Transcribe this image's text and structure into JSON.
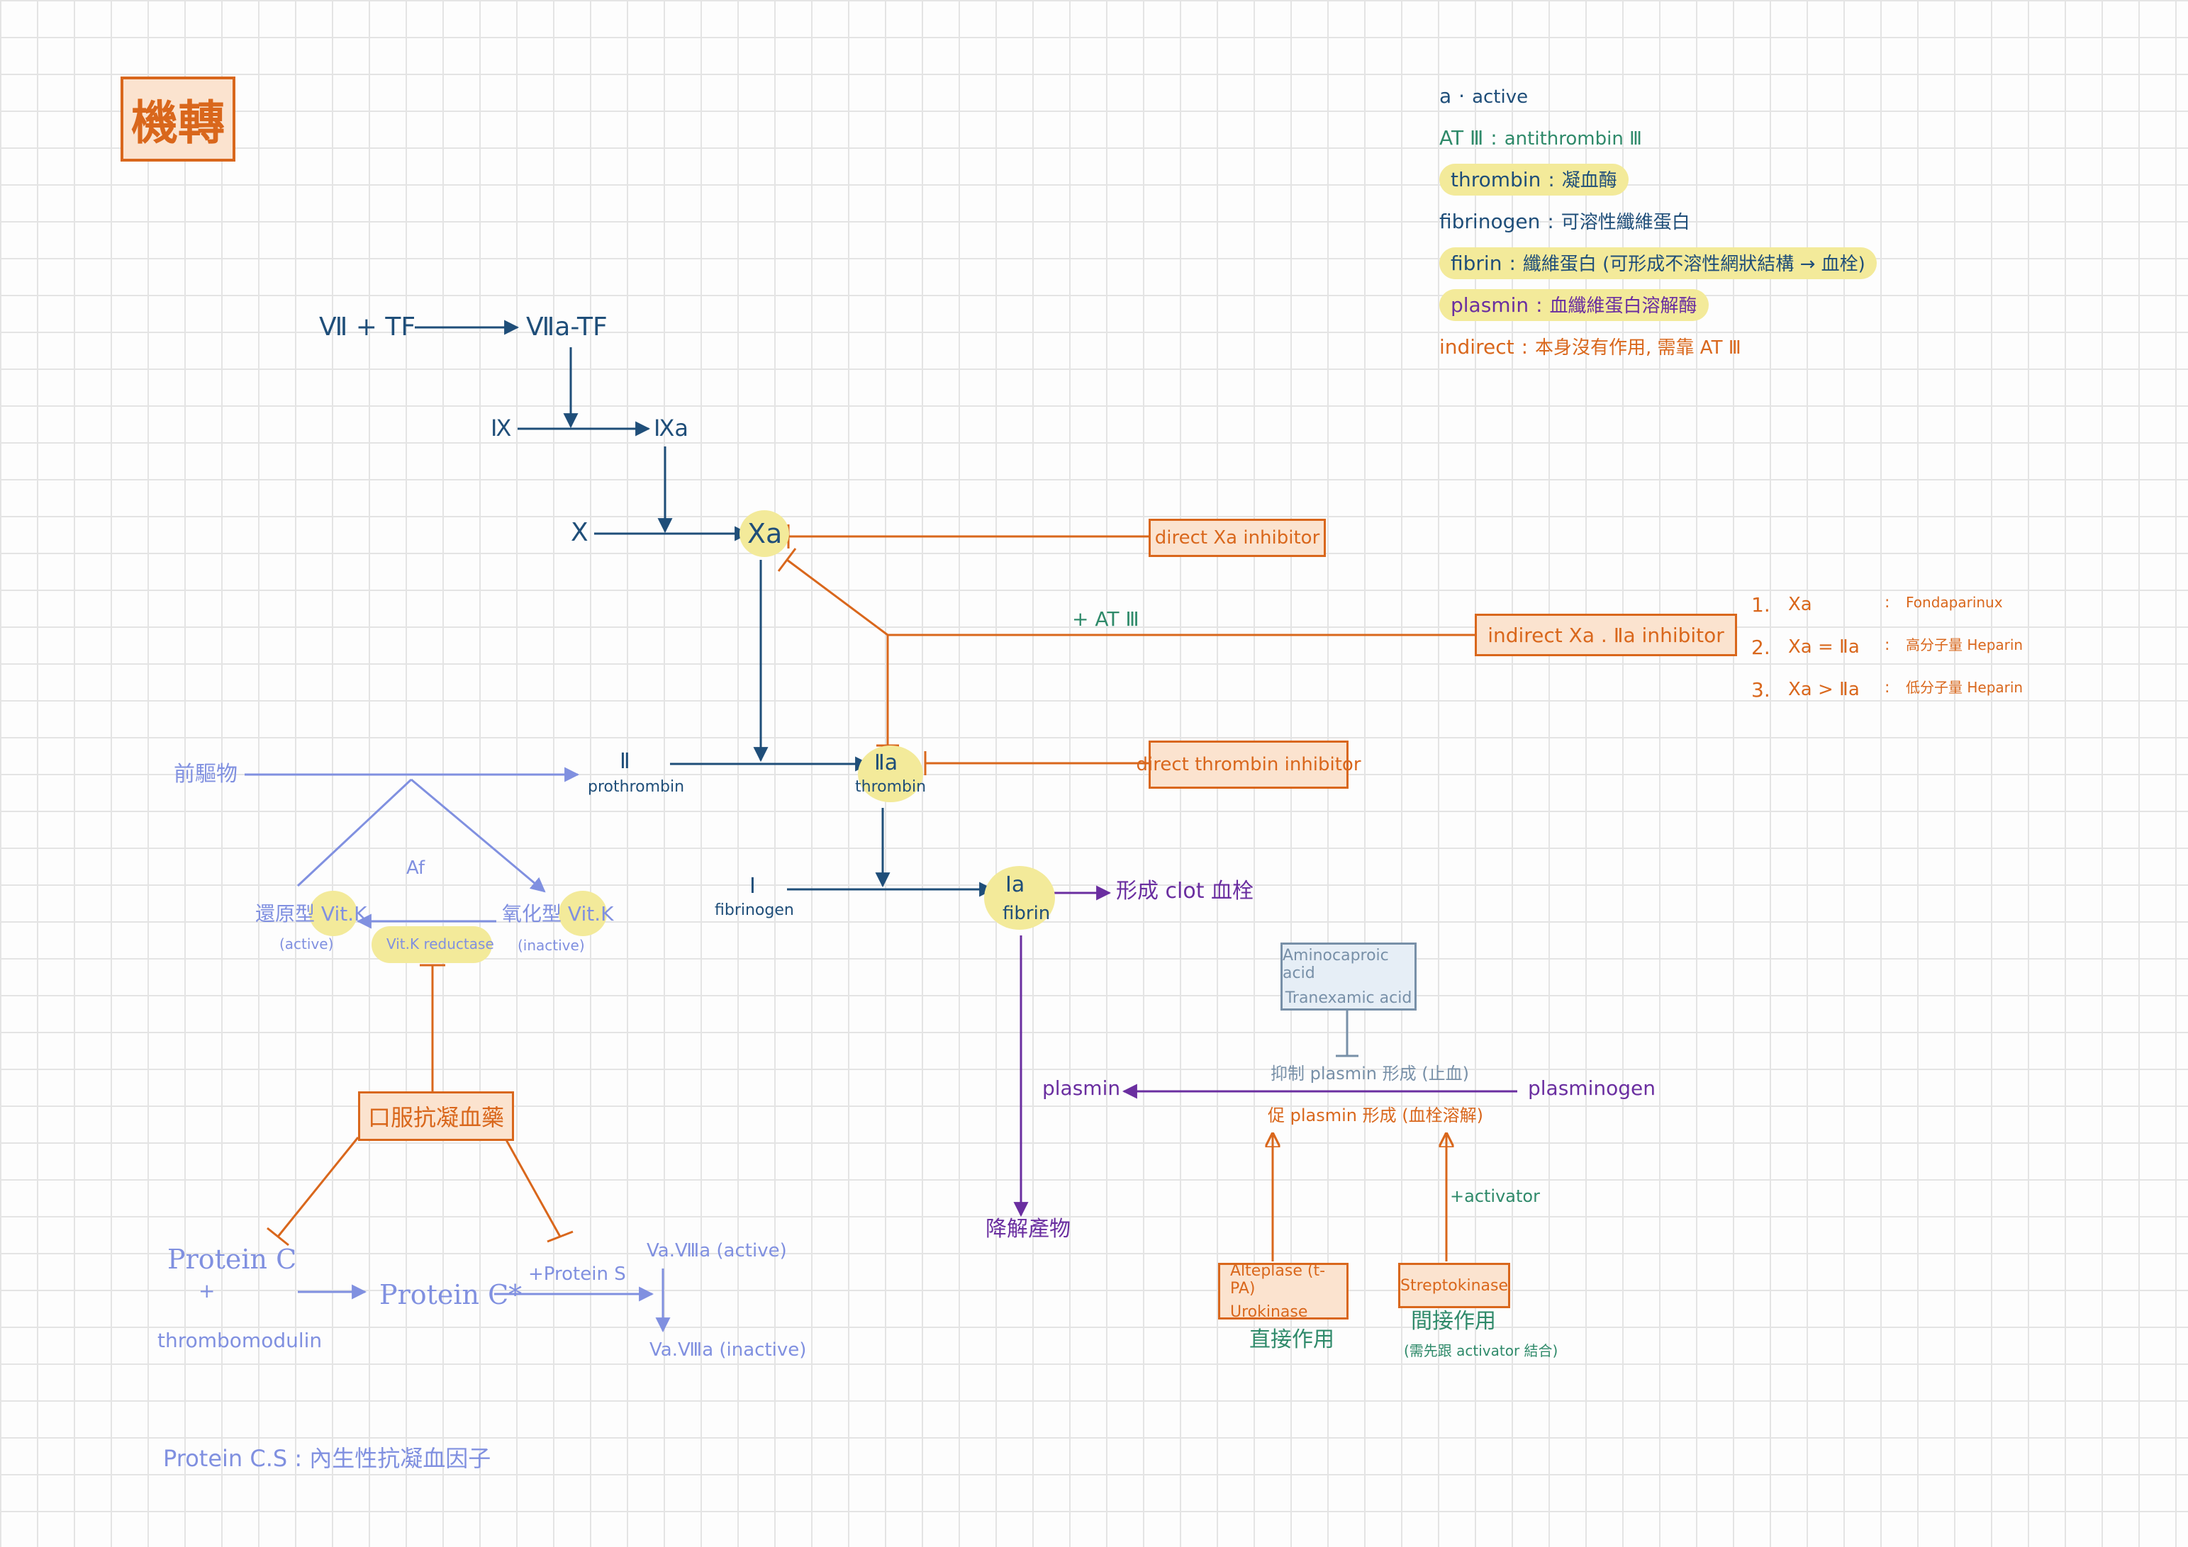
{
  "title": "機轉",
  "legend": [
    {
      "term": "a",
      "sep": "·",
      "def": "active",
      "color": "#1f4e79",
      "highlight": false
    },
    {
      "term": "AT Ⅲ",
      "sep": ":",
      "def": "antithrombin Ⅲ",
      "color": "#2f8a6a",
      "highlight": false
    },
    {
      "term": "thrombin",
      "sep": ":",
      "def": "凝血酶",
      "color": "#1f4e79",
      "highlight": true
    },
    {
      "term": "fibrinogen",
      "sep": ":",
      "def": "可溶性纖維蛋白",
      "color": "#1f4e79",
      "highlight": false
    },
    {
      "term": "fibrin",
      "sep": ":",
      "def": "纖維蛋白 (可形成不溶性網狀結構 → 血栓)",
      "color": "#1f4e79",
      "highlight": true
    },
    {
      "term": "plasmin",
      "sep": ":",
      "def": "血纖維蛋白溶解酶",
      "color": "#6a2ea0",
      "highlight": true
    },
    {
      "term": "indirect",
      "sep": ":",
      "def": "本身沒有作用, 需靠 AT Ⅲ",
      "color": "#d9671c",
      "highlight": false
    }
  ],
  "cascade": {
    "vii_tf": "Ⅶ + TF",
    "viia_tf": "Ⅶa-TF",
    "ix": "Ⅸ",
    "ixa": "Ⅸa",
    "x": "Ⅹ",
    "xa": "Ⅹa",
    "ii": "Ⅱ",
    "prothrombin": "prothrombin",
    "iia": "Ⅱa",
    "thrombin": "thrombin",
    "i": "Ⅰ",
    "fibrinogen": "fibrinogen",
    "ia": "Ⅰa",
    "fibrin": "fibrin",
    "clot": "形成 clot 血栓",
    "at3_plus": "+ AT Ⅲ"
  },
  "inhibitors": {
    "direct_xa": "direct Xa inhibitor",
    "indirect_xa_iia": "indirect Xa . Ⅱa inhibitor",
    "direct_thrombin": "direct thrombin inhibitor",
    "indirect_list": [
      {
        "num": "1.",
        "target": "Xa",
        "sep": ":",
        "drug": "Fondaparinux"
      },
      {
        "num": "2.",
        "target": "Xa = Ⅱa",
        "sep": ":",
        "drug": "高分子量 Heparin"
      },
      {
        "num": "3.",
        "target": "Xa > Ⅱa",
        "sep": ":",
        "drug": "低分子量 Heparin"
      }
    ]
  },
  "vitk": {
    "precursor": "前驅物",
    "af": "Af",
    "reduced": "還原型 Vit.K",
    "reduced_state": "(active)",
    "oxidized": "氧化型 Vit.K",
    "oxidized_state": "(inactive)",
    "reductase": "Vit.K reductase",
    "oral_anticoag": "口服抗凝血藥"
  },
  "protein": {
    "protein_c": "Protein C",
    "plus": "+",
    "thrombomodulin": "thrombomodulin",
    "protein_c_star": "Protein C*",
    "plus_protein_s": "+Protein S",
    "va_viiia_active": "Va.Ⅷa (active)",
    "va_viiia_inactive": "Va.Ⅷa (inactive)",
    "note": "Protein C.S : 內生性抗凝血因子"
  },
  "fibrinolysis": {
    "plasmin": "plasmin",
    "plasminogen": "plasminogen",
    "degradation": "降解產物",
    "inhibit_label": "抑制 plasmin 形成 (止血)",
    "promote_label": "促 plasmin 形成 (血栓溶解)",
    "antifib_1": "Aminocaproic acid",
    "antifib_2": "Tranexamic acid",
    "alteplase": "Alteplase (t-PA)",
    "urokinase": "Urokinase",
    "direct_action": "直接作用",
    "streptokinase": "Streptokinase",
    "activator": "+activator",
    "indirect_action": "間接作用",
    "indirect_note": "(需先跟 activator 結合)"
  },
  "colors": {
    "navy": "#1f4e79",
    "orange": "#d9671c",
    "purple": "#6a2ea0",
    "periwinkle": "#8090e0",
    "green": "#2f8a6a",
    "highlight": "#f3ea9a",
    "box_fill": "#fbe3cf"
  }
}
